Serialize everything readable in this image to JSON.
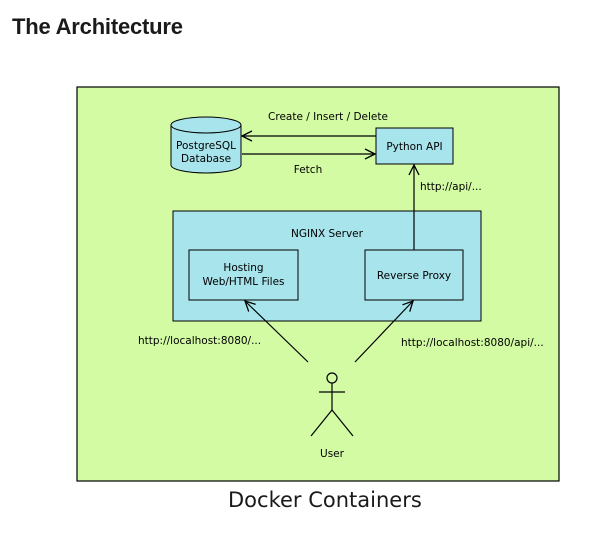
{
  "heading": "The Architecture",
  "caption": "Docker Containers",
  "colors": {
    "container_bg": "#d3fba4",
    "server_bg": "#a8e4ec",
    "box_fill": "#a8e4ec",
    "stroke": "#000000"
  },
  "diagram": {
    "database": {
      "line1": "PostgreSQL",
      "line2": "Database"
    },
    "python_api": {
      "label": "Python API"
    },
    "nginx": {
      "title": "NGINX Server",
      "hosting": {
        "line1": "Hosting",
        "line2": "Web/HTML Files"
      },
      "reverse_proxy": {
        "label": "Reverse Proxy"
      }
    },
    "edges": {
      "create_insert_delete": "Create / Insert / Delete",
      "fetch": "Fetch",
      "api_path": "http://api/...",
      "localhost_root": "http://localhost:8080/...",
      "localhost_api": "http://localhost:8080/api/..."
    },
    "user": {
      "label": "User",
      "icon": "stick-figure-icon"
    }
  }
}
